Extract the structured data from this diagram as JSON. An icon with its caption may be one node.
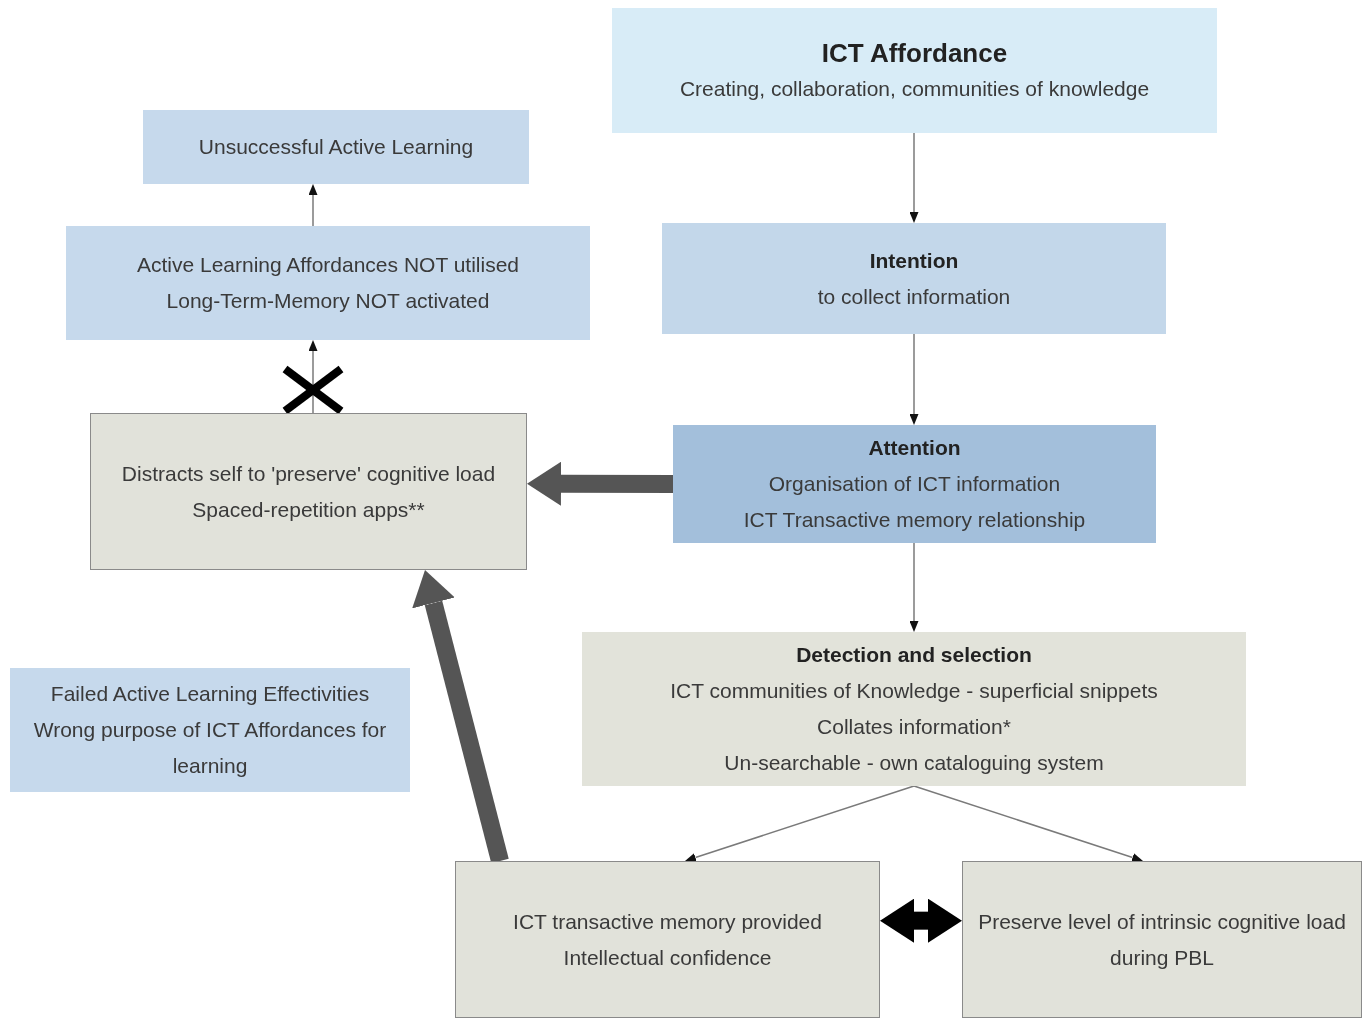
{
  "diagram": {
    "nodes": [
      {
        "text": [
          "ICT Affordance",
          "Creating, collaboration, communities of knowledge"
        ]
      },
      {
        "text": [
          "Unsuccessful Active Learning"
        ]
      },
      {
        "text": [
          "Active Learning Affordances NOT utilised",
          "Long-Term-Memory NOT activated"
        ]
      },
      {
        "text": [
          "Intention",
          "to collect information"
        ]
      },
      {
        "text": [
          "Attention",
          "Organisation of ICT information",
          "ICT Transactive memory relationship"
        ]
      },
      {
        "text": [
          "Distracts self to 'preserve' cognitive load",
          "Spaced-repetition apps**"
        ]
      },
      {
        "text": [
          "Failed Active Learning Effectivities",
          "Wrong purpose of ICT Affordances for learning"
        ]
      },
      {
        "text": [
          "Detection and selection",
          "ICT communities of Knowledge - superficial snippets",
          "Collates information*",
          "Un-searchable - own cataloguing system"
        ]
      },
      {
        "text": [
          "ICT transactive memory provided Intellectual confidence"
        ]
      },
      {
        "text": [
          "Preserve level of intrinsic cognitive load during PBL"
        ]
      }
    ],
    "edges": [
      {
        "from": 0,
        "to": 3,
        "arrow": "to"
      },
      {
        "from": 3,
        "to": 4,
        "arrow": "to"
      },
      {
        "from": 4,
        "to": 7,
        "arrow": "to"
      },
      {
        "from": 7,
        "to": 8,
        "arrow": "to"
      },
      {
        "from": 7,
        "to": 9,
        "arrow": "to"
      },
      {
        "from": 8,
        "to": 9,
        "arrow": "both",
        "style": "thick",
        "color": "#000000"
      },
      {
        "from": 4,
        "to": 5,
        "arrow": "to",
        "style": "thick",
        "color": "#555555"
      },
      {
        "from": 8,
        "to": 5,
        "arrow": "to",
        "style": "thick",
        "color": "#555555"
      },
      {
        "from": 5,
        "to": 2,
        "arrow": "to"
      },
      {
        "from": 2,
        "to": 1,
        "arrow": "to"
      }
    ]
  }
}
